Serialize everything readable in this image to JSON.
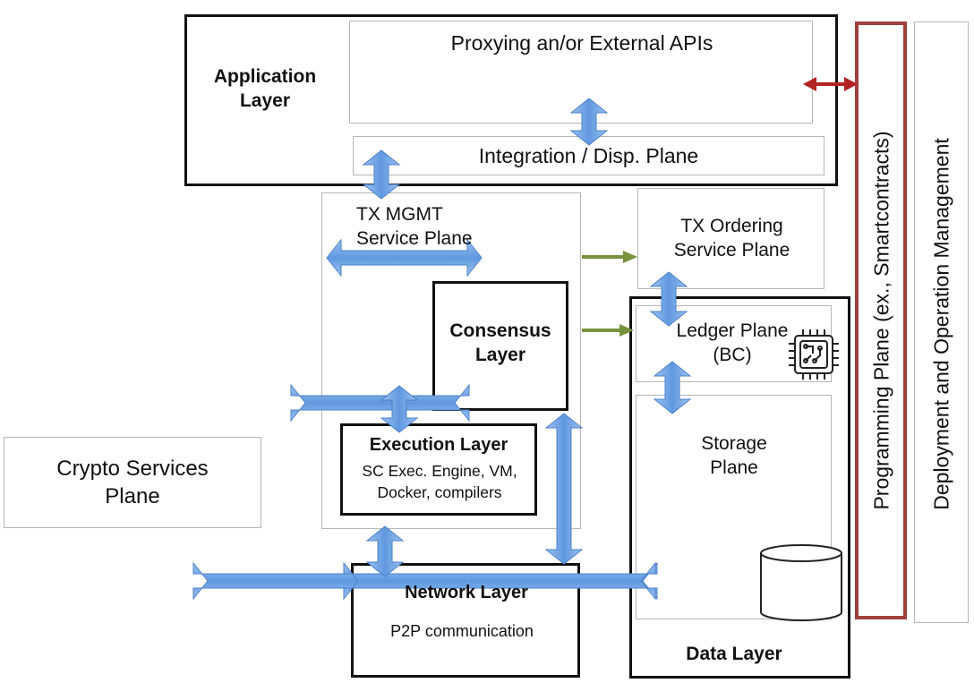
{
  "diagram": {
    "application_layer": {
      "title": "Application Layer"
    },
    "proxying_plane": {
      "label": "Proxying an/or External APIs"
    },
    "integration_plane": {
      "label": "Integration / Disp. Plane"
    },
    "tx_mgmt_plane": {
      "label": "TX MGMT Service Plane"
    },
    "tx_ordering_plane": {
      "label": "TX Ordering Service Plane"
    },
    "consensus_layer": {
      "title": "Consensus Layer"
    },
    "ledger_plane": {
      "label": "Ledger Plane (BC)"
    },
    "execution_layer": {
      "title": "Execution Layer",
      "detail": "SC Exec. Engine, VM, Docker, compilers"
    },
    "storage_plane": {
      "label": "Storage Plane"
    },
    "crypto_plane": {
      "label": "Crypto Services Plane"
    },
    "network_layer": {
      "title": "Network Layer",
      "detail": "P2P communication"
    },
    "data_layer": {
      "title": "Data Layer"
    },
    "programming_plane": {
      "label": "Programming Plane (ex., Smartcontracts)"
    },
    "deployment_plane": {
      "label": "Deployment and Operation Management"
    },
    "icons": [
      "chip-icon",
      "database-icon"
    ],
    "colors": {
      "border": "#111111",
      "inner_border": "#b5b5b5",
      "arrow_blue": "#6a9fe0",
      "arrow_green": "#77933c",
      "arrow_red": "#b22222",
      "programming_border": "#a0403c"
    }
  }
}
